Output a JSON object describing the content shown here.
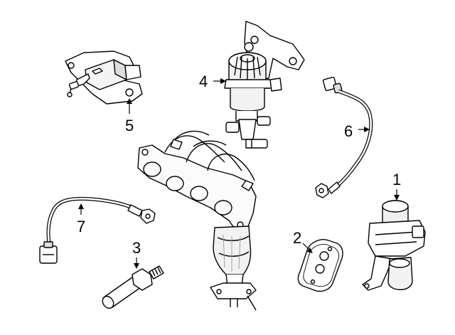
{
  "callouts": [
    {
      "id": 1,
      "label": "1"
    },
    {
      "id": 2,
      "label": "2"
    },
    {
      "id": 3,
      "label": "3"
    },
    {
      "id": 4,
      "label": "4"
    },
    {
      "id": 5,
      "label": "5"
    },
    {
      "id": 6,
      "label": "6"
    },
    {
      "id": 7,
      "label": "7"
    }
  ],
  "colors": {
    "line": "#000000",
    "fill": "#ffffff",
    "shade": "#e6e6e6",
    "dark": "#555555"
  }
}
